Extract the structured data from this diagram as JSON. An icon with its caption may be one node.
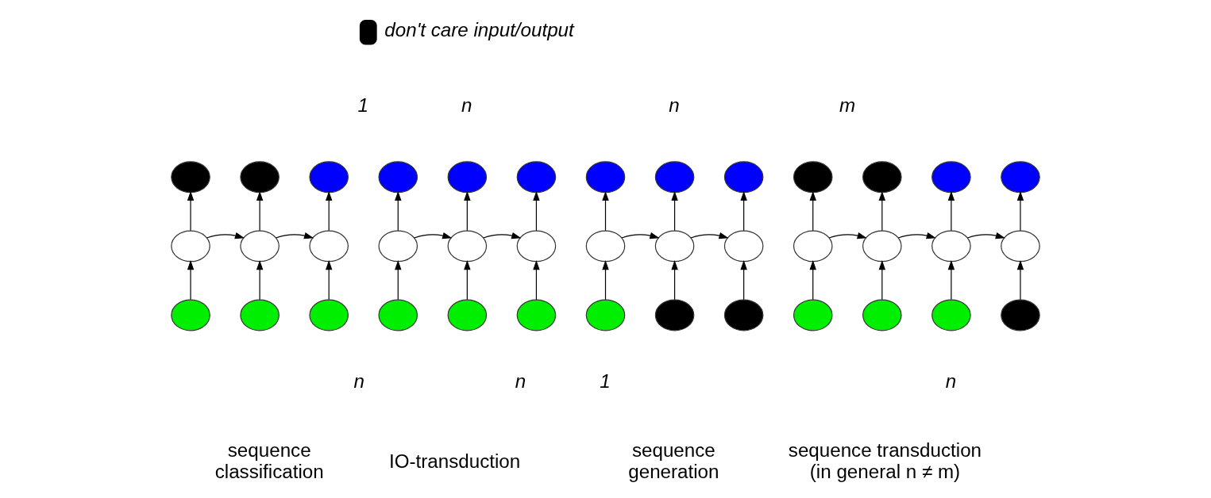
{
  "diagram": {
    "nodes": [
      {
        "text": [],
        "shape": "circle"
      },
      {
        "text": [],
        "shape": "circle"
      },
      {
        "text": [],
        "shape": "circle"
      },
      {
        "text": [],
        "shape": "circle"
      },
      {
        "text": [],
        "shape": "circle"
      },
      {
        "text": [],
        "shape": "circle"
      },
      {
        "text": [],
        "shape": "circle"
      },
      {
        "text": [],
        "shape": "circle"
      },
      {
        "text": [],
        "shape": "circle"
      },
      {
        "text": [],
        "shape": "circle"
      },
      {
        "text": [],
        "shape": "circle"
      },
      {
        "text": [],
        "shape": "circle"
      },
      {
        "text": [],
        "shape": "circle"
      },
      {
        "text": [],
        "shape": "circle"
      },
      {
        "text": [],
        "shape": "circle"
      },
      {
        "text": [],
        "shape": "circle"
      },
      {
        "text": [],
        "shape": "circle"
      },
      {
        "text": [],
        "shape": "circle"
      },
      {
        "text": [],
        "shape": "circle"
      },
      {
        "text": [],
        "shape": "circle"
      },
      {
        "text": [],
        "shape": "circle"
      },
      {
        "text": [],
        "shape": "circle"
      },
      {
        "text": [],
        "shape": "circle"
      },
      {
        "text": [],
        "shape": "circle"
      },
      {
        "text": [],
        "shape": "circle"
      },
      {
        "text": [],
        "shape": "circle"
      },
      {
        "text": [],
        "shape": "circle"
      },
      {
        "text": [],
        "shape": "circle"
      },
      {
        "text": [],
        "shape": "circle"
      },
      {
        "text": [],
        "shape": "circle"
      },
      {
        "text": [],
        "shape": "circle"
      },
      {
        "text": [],
        "shape": "circle"
      },
      {
        "text": [],
        "shape": "circle"
      },
      {
        "text": [],
        "shape": "circle"
      },
      {
        "text": [],
        "shape": "circle"
      },
      {
        "text": [],
        "shape": "circle"
      },
      {
        "text": [],
        "shape": "circle"
      },
      {
        "text": [],
        "shape": "circle"
      },
      {
        "text": [],
        "shape": "circle"
      }
    ],
    "edges": [
      {
        "from": 6,
        "to": 3,
        "arrow": "to"
      },
      {
        "from": 7,
        "to": 4,
        "arrow": "to"
      },
      {
        "from": 8,
        "to": 5,
        "arrow": "to"
      },
      {
        "from": 3,
        "to": 0,
        "arrow": "to"
      },
      {
        "from": 4,
        "to": 1,
        "arrow": "to"
      },
      {
        "from": 5,
        "to": 2,
        "arrow": "to"
      },
      {
        "from": 3,
        "to": 4,
        "arrow": "to"
      },
      {
        "from": 4,
        "to": 5,
        "arrow": "to"
      },
      {
        "from": 15,
        "to": 12,
        "arrow": "to"
      },
      {
        "from": 16,
        "to": 13,
        "arrow": "to"
      },
      {
        "from": 17,
        "to": 14,
        "arrow": "to"
      },
      {
        "from": 12,
        "to": 9,
        "arrow": "to"
      },
      {
        "from": 13,
        "to": 10,
        "arrow": "to"
      },
      {
        "from": 14,
        "to": 11,
        "arrow": "to"
      },
      {
        "from": 12,
        "to": 13,
        "arrow": "to"
      },
      {
        "from": 13,
        "to": 14,
        "arrow": "to"
      },
      {
        "from": 24,
        "to": 21,
        "arrow": "to"
      },
      {
        "from": 25,
        "to": 22,
        "arrow": "to"
      },
      {
        "from": 26,
        "to": 23,
        "arrow": "to"
      },
      {
        "from": 21,
        "to": 18,
        "arrow": "to"
      },
      {
        "from": 22,
        "to": 19,
        "arrow": "to"
      },
      {
        "from": 23,
        "to": 20,
        "arrow": "to"
      },
      {
        "from": 21,
        "to": 22,
        "arrow": "to"
      },
      {
        "from": 22,
        "to": 23,
        "arrow": "to"
      },
      {
        "from": 35,
        "to": 31,
        "arrow": "to"
      },
      {
        "from": 36,
        "to": 32,
        "arrow": "to"
      },
      {
        "from": 37,
        "to": 33,
        "arrow": "to"
      },
      {
        "from": 38,
        "to": 34,
        "arrow": "to"
      },
      {
        "from": 31,
        "to": 27,
        "arrow": "to"
      },
      {
        "from": 32,
        "to": 28,
        "arrow": "to"
      },
      {
        "from": 33,
        "to": 29,
        "arrow": "to"
      },
      {
        "from": 34,
        "to": 30,
        "arrow": "to"
      },
      {
        "from": 31,
        "to": 32,
        "arrow": "to"
      },
      {
        "from": 32,
        "to": 33,
        "arrow": "to"
      },
      {
        "from": 33,
        "to": 34,
        "arrow": "to"
      }
    ],
    "labels": [
      "1",
      "n",
      "n",
      "m",
      "n",
      "n",
      "1",
      "n",
      "sequence classification",
      "IO-transduction",
      "sequence generation",
      "sequence transduction (in general n ≠ m)"
    ],
    "legend": [
      {
        "text": "don't care input/output",
        "color": "#000000"
      }
    ]
  }
}
